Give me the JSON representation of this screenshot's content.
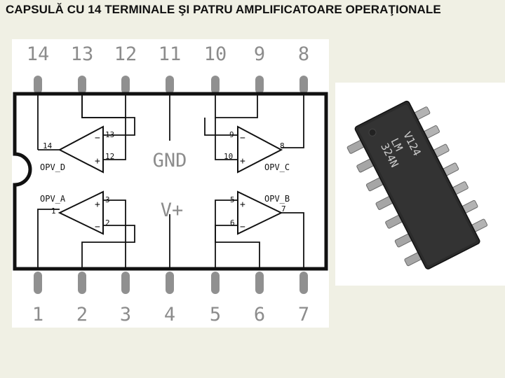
{
  "title": "CAPSULĂ CU 14 TERMINALE ŞI PATRU AMPLIFICATOARE OPERAŢIONALE",
  "pins_top": [
    "14",
    "13",
    "12",
    "11",
    "10",
    "9",
    "8"
  ],
  "pins_bottom": [
    "1",
    "2",
    "3",
    "4",
    "5",
    "6",
    "7"
  ],
  "center_labels": {
    "gnd": "GND",
    "vplus": "V+"
  },
  "opamps": {
    "d": {
      "name": "OPV_D",
      "out": "14",
      "neg": "13",
      "pos": "12"
    },
    "c": {
      "name": "OPV_C",
      "neg": "9",
      "pos": "10",
      "out": "8"
    },
    "a": {
      "name": "OPV_A",
      "out": "1",
      "pos": "3",
      "neg": "2"
    },
    "b": {
      "name": "OPV_B",
      "pos": "5",
      "neg": "6",
      "out": "7"
    }
  },
  "signs": {
    "plus": "+",
    "minus": "−"
  },
  "chip_marking": {
    "line1": "V124",
    "line2": "LM",
    "line3": "324N"
  }
}
